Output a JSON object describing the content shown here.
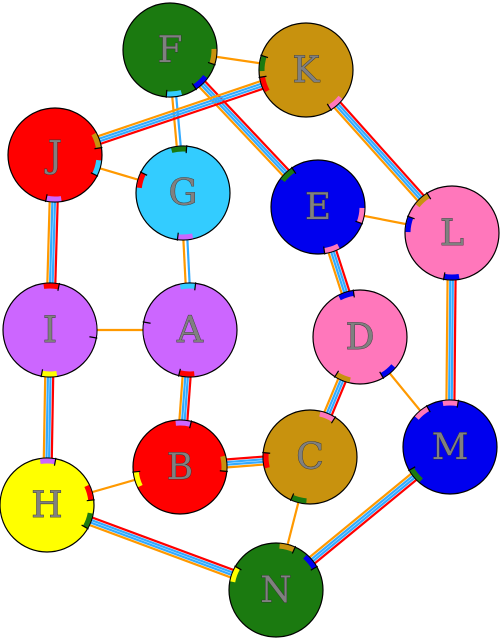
{
  "diagram": {
    "nodes": [
      {
        "id": "F",
        "label": "F",
        "color": "#1b7a10"
      },
      {
        "id": "K",
        "label": "K",
        "color": "#c8920e"
      },
      {
        "id": "J",
        "label": "J",
        "color": "#ff0000"
      },
      {
        "id": "G",
        "label": "G",
        "color": "#33ccff"
      },
      {
        "id": "E",
        "label": "E",
        "color": "#0000ee"
      },
      {
        "id": "L",
        "label": "L",
        "color": "#ff77bb"
      },
      {
        "id": "I",
        "label": "I",
        "color": "#cc66ff"
      },
      {
        "id": "A",
        "label": "A",
        "color": "#cc66ff"
      },
      {
        "id": "D",
        "label": "D",
        "color": "#ff77bb"
      },
      {
        "id": "B",
        "label": "B",
        "color": "#ff0000"
      },
      {
        "id": "C",
        "label": "C",
        "color": "#c8920e"
      },
      {
        "id": "M",
        "label": "M",
        "color": "#0000ee"
      },
      {
        "id": "H",
        "label": "H",
        "color": "#ffff00"
      },
      {
        "id": "N",
        "label": "N",
        "color": "#1b7a10"
      }
    ],
    "edges": [
      {
        "from": "F",
        "to": "K",
        "style": "single"
      },
      {
        "from": "F",
        "to": "G",
        "style": "double"
      },
      {
        "from": "F",
        "to": "E",
        "style": "triple"
      },
      {
        "from": "K",
        "to": "J",
        "style": "triple"
      },
      {
        "from": "K",
        "to": "L",
        "style": "triple"
      },
      {
        "from": "J",
        "to": "G",
        "style": "single"
      },
      {
        "from": "J",
        "to": "I",
        "style": "triple"
      },
      {
        "from": "G",
        "to": "A",
        "style": "double"
      },
      {
        "from": "E",
        "to": "L",
        "style": "single"
      },
      {
        "from": "E",
        "to": "D",
        "style": "triple"
      },
      {
        "from": "L",
        "to": "M",
        "style": "triple"
      },
      {
        "from": "I",
        "to": "A",
        "style": "single"
      },
      {
        "from": "I",
        "to": "H",
        "style": "triple"
      },
      {
        "from": "A",
        "to": "B",
        "style": "triple"
      },
      {
        "from": "D",
        "to": "C",
        "style": "triple"
      },
      {
        "from": "D",
        "to": "M",
        "style": "single"
      },
      {
        "from": "B",
        "to": "C",
        "style": "triple"
      },
      {
        "from": "B",
        "to": "H",
        "style": "single"
      },
      {
        "from": "C",
        "to": "N",
        "style": "single"
      },
      {
        "from": "M",
        "to": "N",
        "style": "triple"
      },
      {
        "from": "H",
        "to": "N",
        "style": "triple"
      }
    ],
    "edge_colors": {
      "outer": "#ff0000",
      "middle": "#33aaff",
      "single": "#ff9900"
    }
  }
}
